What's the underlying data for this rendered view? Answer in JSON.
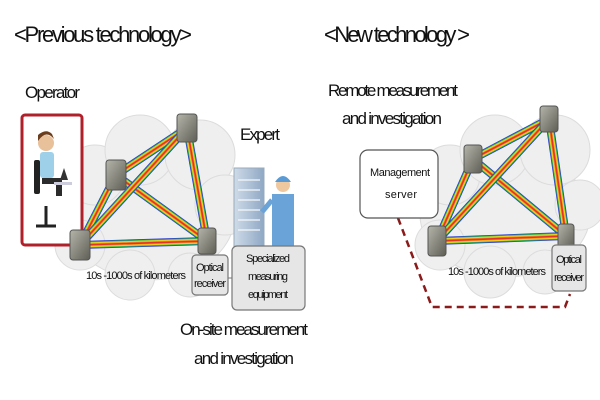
{
  "left": {
    "title": "<Previous technology>",
    "operator_label": "Operator",
    "expert_label": "Expert",
    "distance_label": "10s -1000s of kilometers",
    "receiver_line1": "Optical",
    "receiver_line2": "receiver",
    "equipment_line1": "Specialized",
    "equipment_line2": "measuring",
    "equipment_line3": "equipment",
    "caption_line1": "On-site measurement",
    "caption_line2": "and investigation"
  },
  "right": {
    "title": "<New technology >",
    "caption_line1": "Remote measurement",
    "caption_line2": "and investigation",
    "server_line1": "Management",
    "server_line2": "server",
    "distance_label": "10s -1000s of kilometers",
    "receiver_line1": "Optical",
    "receiver_line2": "receiver"
  },
  "colors": {
    "operator_frame": "#b0202a",
    "dashed_link": "#8b1a1a",
    "node": "#7a7a70",
    "cloud": "#efefef"
  }
}
